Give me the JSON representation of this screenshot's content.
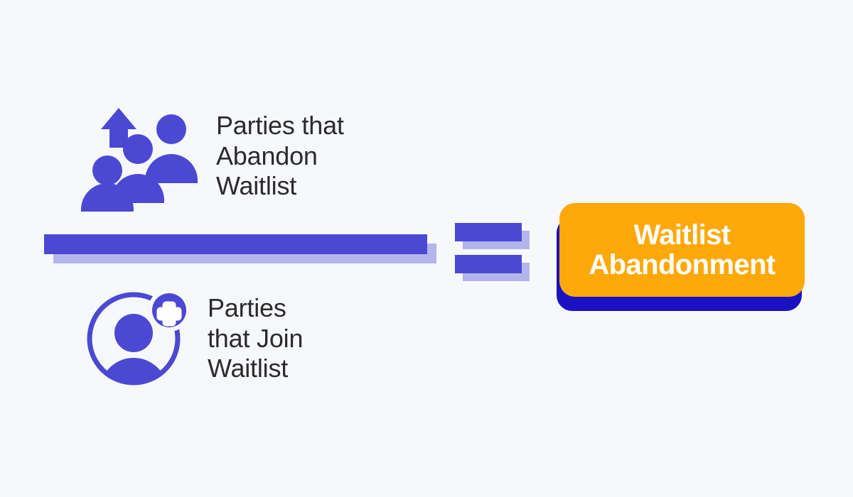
{
  "graphic": {
    "type": "formula-diagram",
    "background_color": "#f7f8fc",
    "numerator": {
      "icon": "people-leaving-up-arrow-icon",
      "label": "Parties that\nAbandon\nWaitlist"
    },
    "denominator": {
      "icon": "person-add-circle-icon",
      "label": "Parties\nthat Join\nWaitlist"
    },
    "operator": {
      "icon": "equals-sign-icon",
      "symbol": "="
    },
    "result": {
      "label": "Waitlist\nAbandonment",
      "background_color": "#ffa80a",
      "shadow_color": "#1a11c2",
      "text_color": "#ffffff"
    },
    "colors": {
      "primary_purple": "#4b49d4",
      "light_purple": "#b4b4ed",
      "text_dark": "#2b2b2b",
      "orange": "#ffa80a",
      "deep_blue": "#1a11c2",
      "background": "#f7f8fc"
    }
  }
}
